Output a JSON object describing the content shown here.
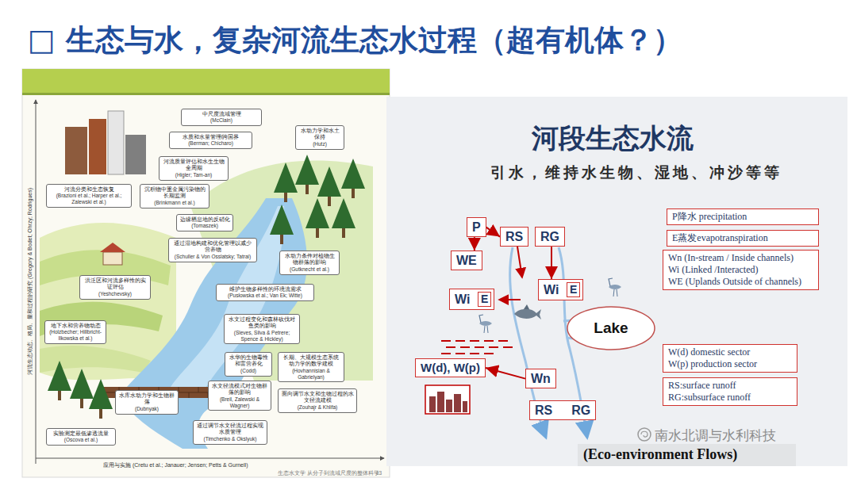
{
  "diagram": {
    "title": "□ 生态与水，复杂河流生态水过程（超有机体？）",
    "nodes": [
      {
        "text": [
          "中尺度流域管理",
          "(McClain)"
        ]
      },
      {
        "text": [
          "水动力学和水土保持",
          "(Hutz)"
        ]
      },
      {
        "text": [
          "水质和水量管理/跨国界",
          "(Berman; Chicharo)"
        ]
      },
      {
        "text": [
          "河流质量评估和水生生物全周期",
          "(Higler; Tam-an)"
        ]
      },
      {
        "text": [
          "河流分类和生态恢复",
          "(Brazioni et al.; Harper et al.; Zalewski et al.)"
        ]
      },
      {
        "text": [
          "沉积物中重金属污染物的长期监测",
          "(Brinkmann et al.)"
        ]
      },
      {
        "text": [
          "边缘栖息地的反硝化",
          "(Tomaszek)"
        ]
      },
      {
        "text": [
          "通过湿地构建和优化管理以减少营养物",
          "(Schuller & Von Osslatsky; Tatrai)"
        ]
      },
      {
        "text": [
          "水动力条件对植物生物群落的影响",
          "(Gutknecht et al.)"
        ]
      },
      {
        "text": [
          "洪泛区和河流多样性的实证评估",
          "(Yeshchevsky)"
        ]
      },
      {
        "text": [
          "维护生物多样性的环境流需求",
          "(Pusłowska et al.; Van Ek; Witte)"
        ]
      },
      {
        "text": [
          "地下水和营养物动态",
          "(Holzbecher; Hillbricht-Ilkowska et al.)"
        ]
      },
      {
        "text": [
          "水文过程变化和森林砍伐对鱼类的影响",
          "(Sleves, Silva & Petrere; Spence & Hickley)"
        ]
      },
      {
        "text": [
          "水华的生物毒性和富营养化",
          "(Codd)"
        ]
      },
      {
        "text": [
          "长期、大规模生态系统动力学的数学建模",
          "(Hovhannisian & Gabrielyan)"
        ]
      },
      {
        "text": [
          "水文径流模式对生物群落的影响",
          "(Breil, Zalewski & Wagner)"
        ]
      },
      {
        "text": [
          "水库水动力学和生物群落",
          "(Dubnyak)"
        ]
      },
      {
        "text": [
          "面向调节水文和生物过程的水文径流建模",
          "(Zouhajr & Khlifa)"
        ]
      },
      {
        "text": [
          "实验测定最低渗透流量",
          "(Oscova et al.)"
        ]
      },
      {
        "text": [
          "通过调节水文径流过程实现水质管理",
          "(Timchenko & Okslyuk)"
        ]
      },
      {
        "text": [
          "P"
        ]
      },
      {
        "text": [
          "RS"
        ]
      },
      {
        "text": [
          "RG"
        ]
      },
      {
        "text": [
          "WE"
        ]
      },
      {
        "text": [
          "Wi"
        ]
      },
      {
        "text": [
          "E"
        ],
        "in": 24
      },
      {
        "text": [
          "Wi"
        ]
      },
      {
        "text": [
          "E"
        ],
        "in": 26
      },
      {
        "text": [
          "Lake"
        ]
      },
      {
        "text": [
          "W(d), W(p)"
        ]
      },
      {
        "text": [
          "Wn"
        ]
      },
      {
        "text": [
          "RS",
          "RG"
        ]
      },
      {
        "text": [
          "P降水 precipitation"
        ]
      },
      {
        "text": [
          "E蒸发evapotranspiration"
        ]
      },
      {
        "text": [
          "Wn (In-stream / Inside channels)",
          "Wi (Linked /Interacted)",
          "WE (Uplands Outside of channels)"
        ]
      },
      {
        "text": [
          "W(d) domestic sector",
          "W(p) production sector"
        ]
      },
      {
        "text": [
          "RS:surface runoff",
          "RG:subsurface runoff"
        ]
      }
    ],
    "edges": [
      {
        "from": 20,
        "to": 21,
        "arrow": "to"
      },
      {
        "from": 20,
        "to": 23,
        "arrow": "to"
      },
      {
        "from": 22,
        "to": 26,
        "arrow": "to"
      },
      {
        "from": 30,
        "to": 29,
        "arrow": "to"
      }
    ],
    "labels": [
      "河段生态水流",
      "引水，维持水生物、湿地、冲沙等等",
      "(Eco-environment Flows)",
      "南水北调与水利科技",
      "河流生态动态、格局、量和过程的研究 (Gregory & Bodet; Ohrzy; Rodrigues)",
      "应用与实施 (Cretu et al.; Janauer; Jensen; Petts & Gurnell)",
      "生态水文学 从分子到流域尺度的整体科学",
      "13"
    ]
  }
}
